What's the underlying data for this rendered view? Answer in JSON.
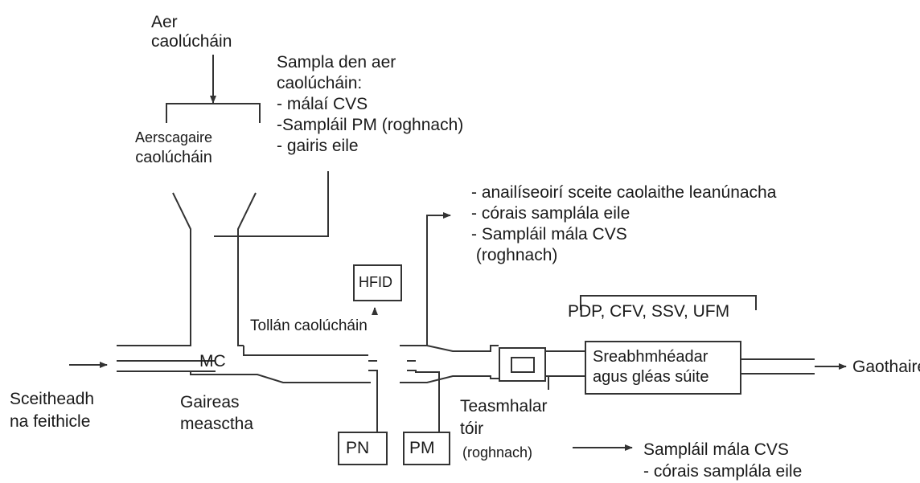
{
  "labels": {
    "dilution_air": [
      "Aer",
      "caolúcháin"
    ],
    "sample_block": [
      "Sampla den aer",
      "caolúcháin:",
      "- málaí CVS",
      "-Sampláil PM (roghnach)",
      "- gairis eile"
    ],
    "air_filter": [
      "Aerscagaire",
      "caolúcháin"
    ],
    "analyzers": [
      "- anailíseoirí sceite caolaithe leanúnacha",
      "- córais samplála eile",
      "- Sampláil mála CVS",
      " (roghnach)"
    ],
    "hfid": "HFID",
    "tunnel": "Tollán caolúcháin",
    "flowmeters": "PDP, CFV, SSV, UFM",
    "flowmeter_box": [
      "Sreabhmhéadar",
      "agus gléas súite"
    ],
    "exhaust_out": "Gaothaire",
    "mc": "MC",
    "vehicle_exhaust": [
      "Sceitheadh",
      "na feithicle"
    ],
    "mixing_tee": [
      "Gaireas",
      "measctha"
    ],
    "heat_exchanger": [
      "Teasmhalar",
      "tóir"
    ],
    "optional": "(roghnach)",
    "pn": "PN",
    "pm": "PM",
    "cvs_bottom": [
      "Sampláil mála CVS",
      "- córais samplála eile"
    ]
  }
}
